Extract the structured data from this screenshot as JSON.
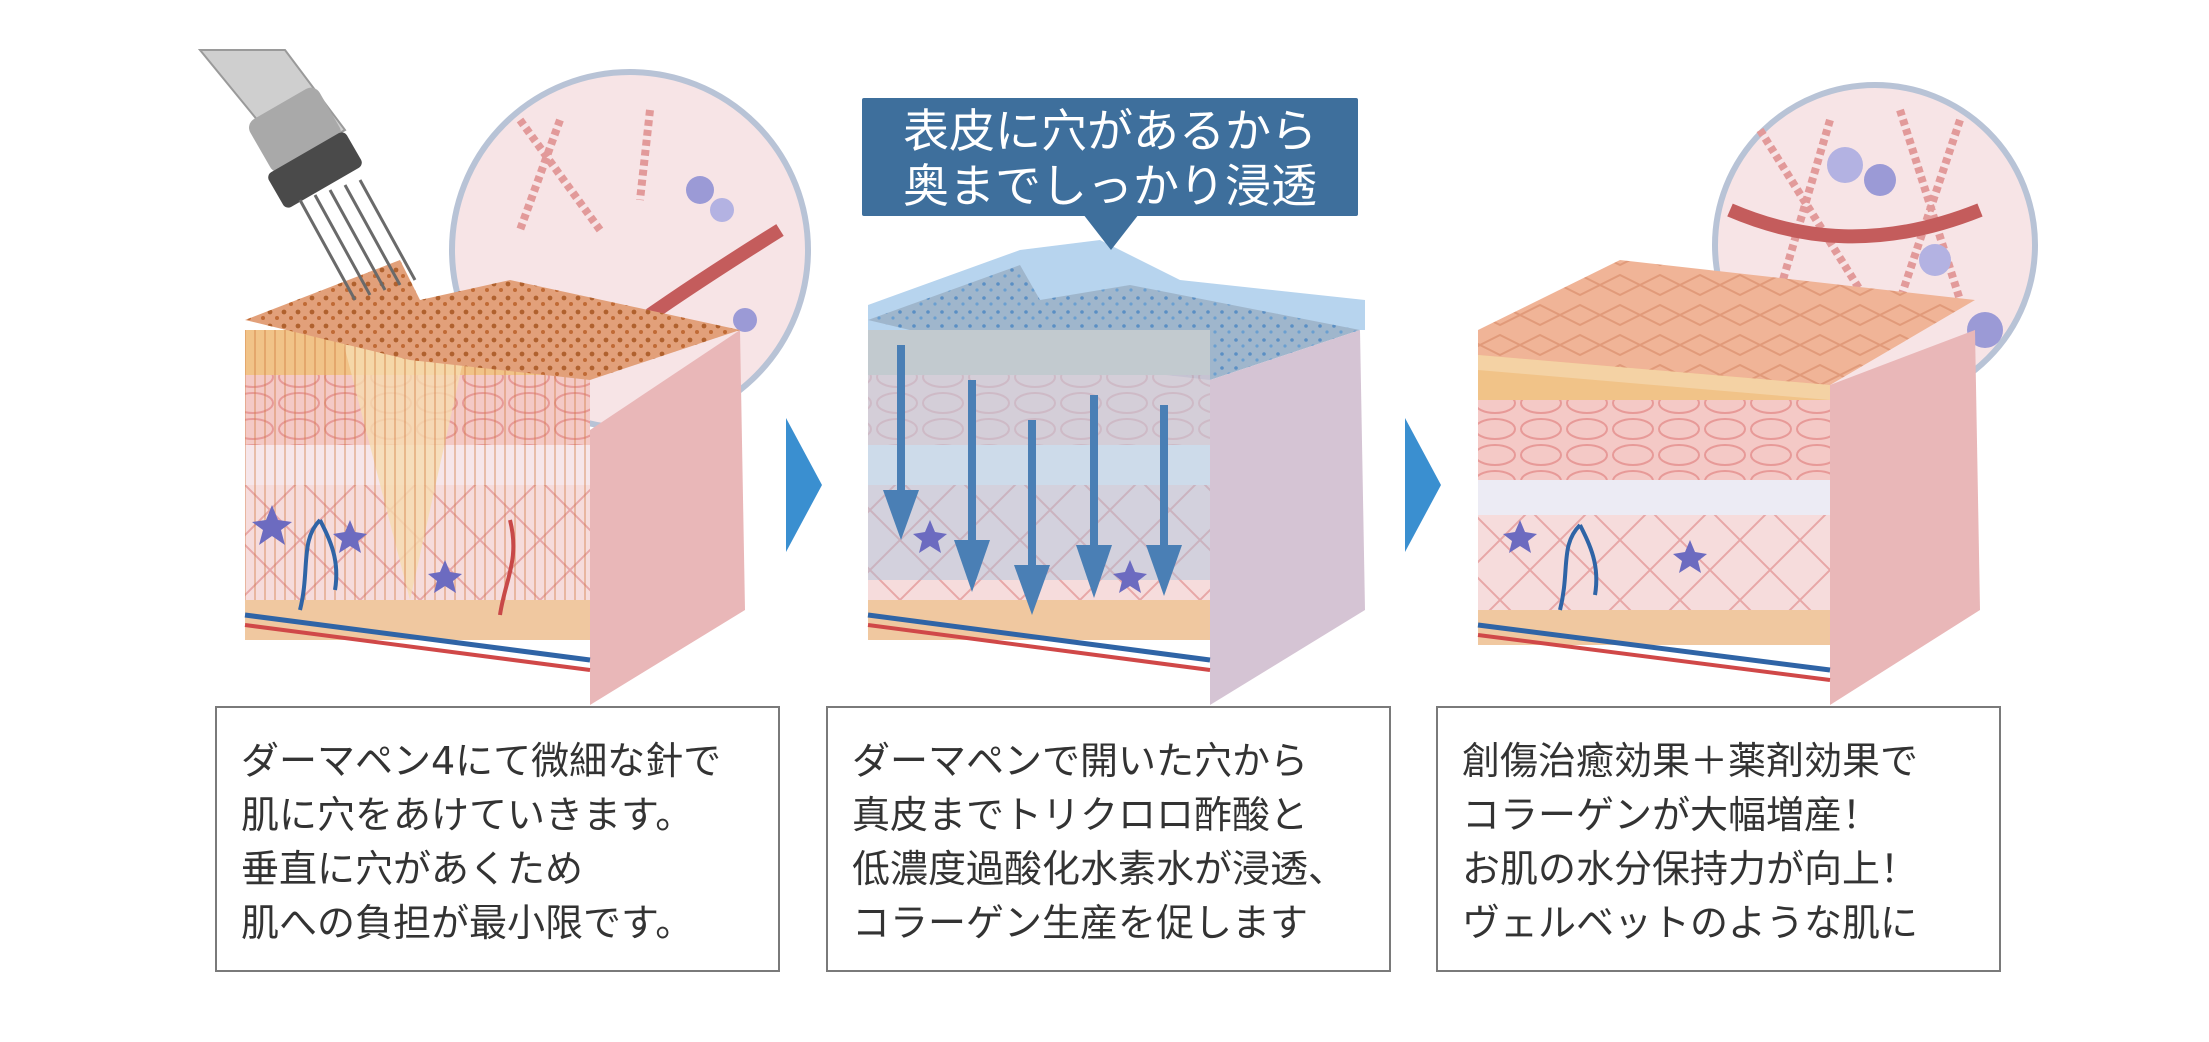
{
  "callout": {
    "line1": "表皮に穴があるから",
    "line2": "奥までしっかり浸透"
  },
  "panels": [
    {
      "lines": [
        "ダーマペン4にて微細な針で",
        "肌に穴をあけていきます。",
        "垂直に穴があくため",
        "肌への負担が最小限です。"
      ]
    },
    {
      "lines": [
        "ダーマペンで開いた穴から",
        "真皮までトリクロロ酢酸と",
        "低濃度過酸化水素水が浸透、",
        "コラーゲン生産を促します"
      ]
    },
    {
      "lines": [
        "創傷治癒効果＋薬剤効果で",
        "コラーゲンが大幅増産！",
        "お肌の水分保持力が向上！",
        "ヴェルベットのような肌に"
      ]
    }
  ],
  "colors": {
    "callout_bg": "#3e6f9c",
    "step_arrow": "#3a8fd0",
    "serum_blue": "#4a7fb5",
    "skin_surface": "#e6a784",
    "dermis": "#f3d2d6"
  }
}
